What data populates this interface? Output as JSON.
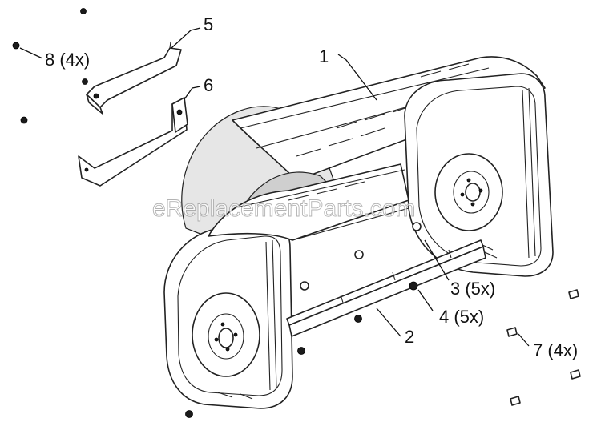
{
  "watermark": "eReplacementParts.com",
  "callouts": {
    "c1": "1",
    "c2": "2",
    "c3": "3 (5x)",
    "c4": "4 (5x)",
    "c5": "5",
    "c6": "6",
    "c7": "7 (4x)",
    "c8": "8 (4x)"
  }
}
